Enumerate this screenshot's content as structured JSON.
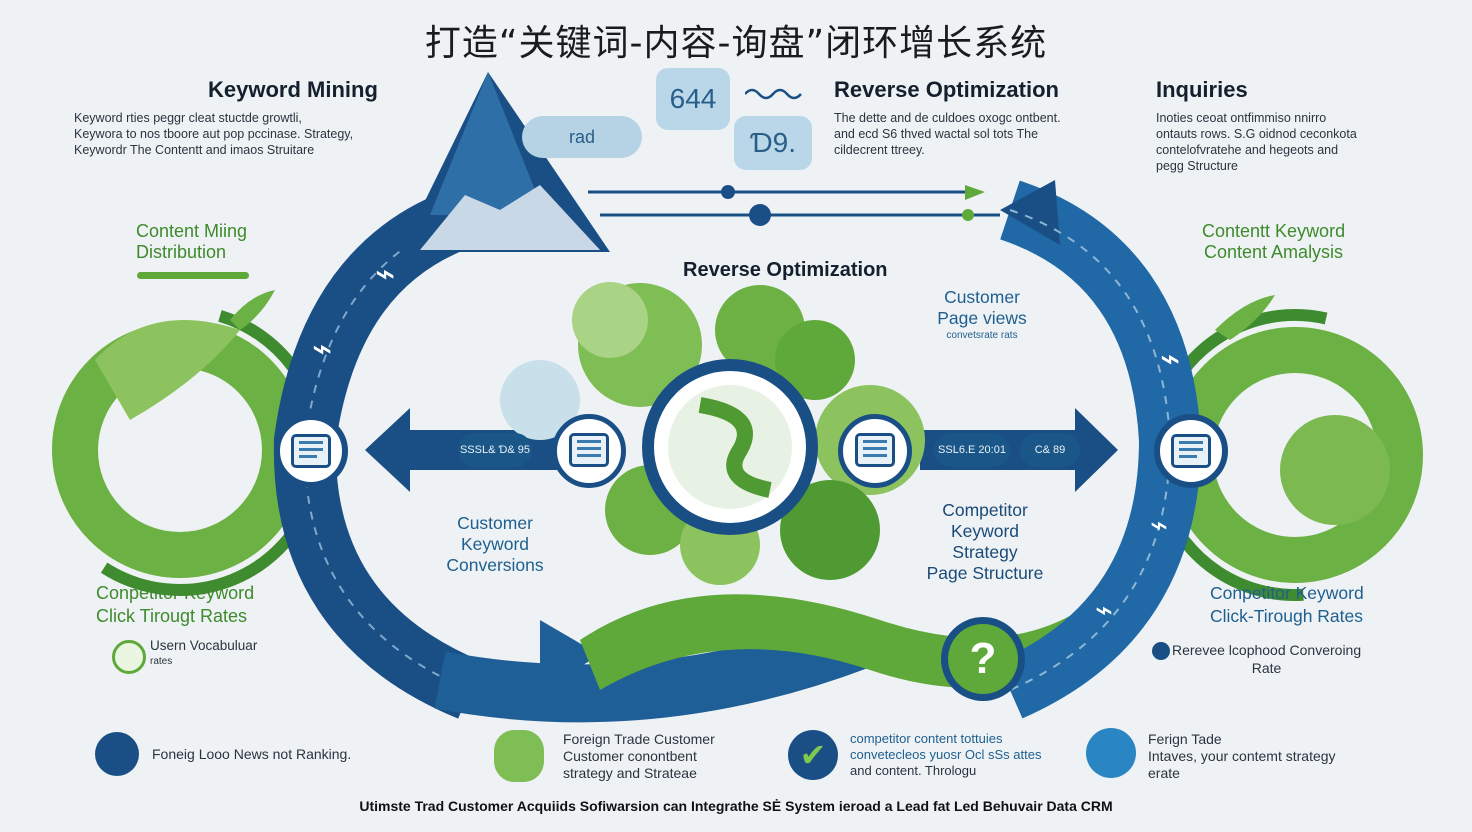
{
  "title": "打造“关键词-内容-询盘”闭环增长系统",
  "top": {
    "keyword_mining": {
      "heading": "Keyword Mining",
      "lines": [
        "Keyword rties peggr cleat stuctde growtli,",
        "Keywora to nos tboore aut pop pccinase. Strategy,",
        "Keywordr The Contentt and imaos Struitare"
      ]
    },
    "reverse_optimization": {
      "heading": "Reverse Optimization",
      "lines": [
        "The dette and de culdoes oxogc ontbent.",
        "and ecd S6 thved wactal sol tots The",
        "cildecrent ttreey."
      ]
    },
    "inquiries": {
      "heading": "Inquiries",
      "lines": [
        "Inoties ceoat ontfimmiso nnirro",
        "ontauts rows. S.G oidnod ceconkota",
        "contelofvratehe and hegeots and",
        "pegg Structure"
      ]
    },
    "bubbles": [
      "644",
      "Ɗ9.",
      "rad"
    ]
  },
  "left": {
    "content_mining": [
      "Content Miing",
      "Distribution"
    ],
    "competitor": [
      "Conpetitor Keyword",
      "Click Tirougt Rates"
    ],
    "user_vocab": [
      "Usern Vocabuluar",
      "rates"
    ]
  },
  "right": {
    "content_keyword": [
      "Contentt Keyword",
      "Content Amalysis"
    ],
    "competitor": [
      "Conpetitor Keyword",
      "Click-Tirough Rates"
    ],
    "reverse": [
      "Rerevee lcophood Converoing",
      "Rate"
    ]
  },
  "center": {
    "heading": "Reverse Optimization",
    "customer_views": [
      "Customer",
      "Page views"
    ],
    "customer_views_sub": "convetsrate rats",
    "customer_conv": [
      "Customer",
      "Keyword",
      "Conversions"
    ],
    "competitor_strategy": [
      "Competitor",
      "Keyword",
      "Strategy",
      "Page Structure"
    ],
    "pill_left": "SSSL& Ɗ& 95",
    "pill_right": "SSL6.E 20:01",
    "pill_right2": "C& 89"
  },
  "bottom": [
    {
      "icon": "leaf-bird-icon",
      "lines": [
        "Foneig Looo News not Ranking."
      ]
    },
    {
      "icon": "green-plant-icon",
      "lines": [
        "Foreign Trade Customer",
        "Customer conontbent",
        "strategy and Strateae"
      ]
    },
    {
      "icon": "check-shield-icon",
      "lines": [
        "competitor content tottuies",
        "convetecleos yuosr Ocl sSs attes",
        "and content. Thrologu"
      ]
    },
    {
      "icon": "hand-icon",
      "lines": [
        "Ferign Tade",
        "Intaves, your contemt strategy",
        "erate"
      ]
    }
  ],
  "footer": "Utimste Trad Customer Acquiids Sofiwarsion can Integrathe SĖ System ieroad a Lead fat Led Behuvair Data CRM",
  "colors": {
    "navy": "#1a4f86",
    "green": "#5fa83a",
    "dark_green": "#3e8a2c",
    "bg": "#eef2f4"
  }
}
